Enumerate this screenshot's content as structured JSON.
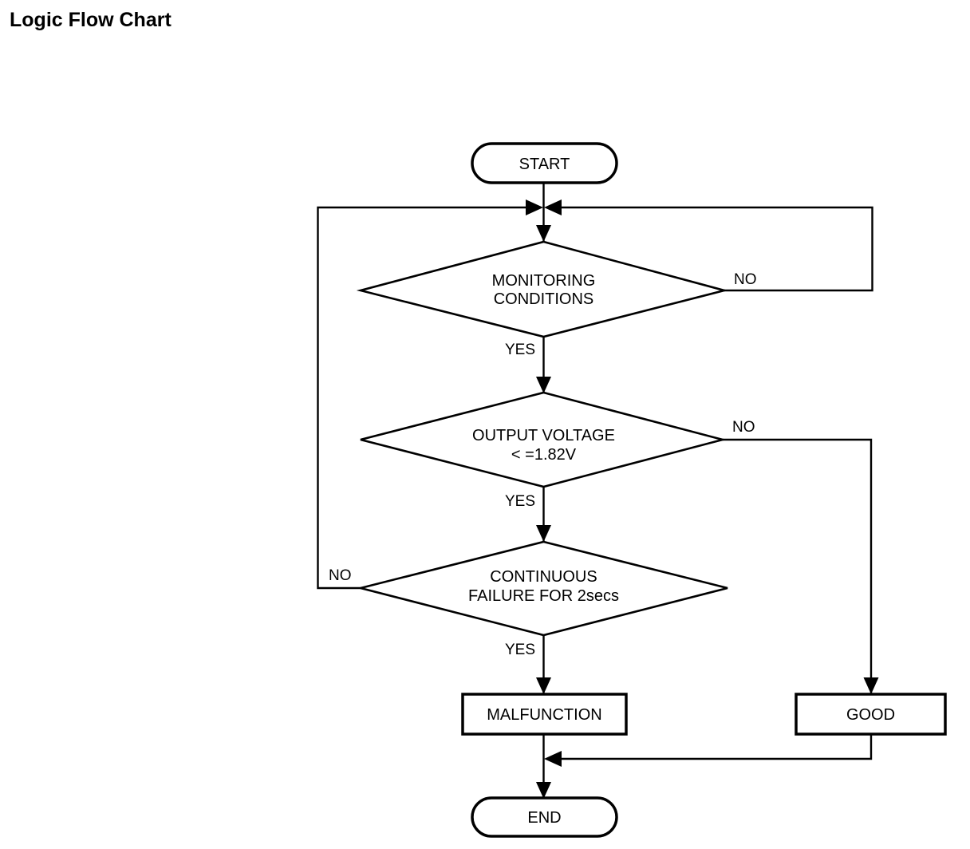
{
  "page": {
    "title": "Logic Flow Chart",
    "background_color": "#ffffff",
    "line_color": "#000000"
  },
  "chart_data": {
    "type": "diagram",
    "diagram_type": "flowchart",
    "title": "Logic Flow Chart",
    "orientation": "top-to-bottom",
    "nodes": [
      {
        "id": "start",
        "shape": "stadium",
        "label": "START"
      },
      {
        "id": "monitoring",
        "shape": "decision",
        "label_line1": "MONITORING",
        "label_line2": "CONDITIONS"
      },
      {
        "id": "voltage",
        "shape": "decision",
        "label_line1": "OUTPUT VOLTAGE",
        "label_line2": "< =1.82V"
      },
      {
        "id": "continuous",
        "shape": "decision",
        "label_line1": "CONTINUOUS",
        "label_line2": "FAILURE FOR 2secs"
      },
      {
        "id": "malfunction",
        "shape": "rectangle",
        "label": "MALFUNCTION"
      },
      {
        "id": "good",
        "shape": "rectangle",
        "label": "GOOD"
      },
      {
        "id": "end",
        "shape": "stadium",
        "label": "END"
      }
    ],
    "edges": [
      {
        "from": "start",
        "to": "monitoring",
        "label": ""
      },
      {
        "from": "monitoring",
        "to": "voltage",
        "label": "YES"
      },
      {
        "from": "monitoring",
        "to": "junction",
        "label": "NO"
      },
      {
        "from": "voltage",
        "to": "continuous",
        "label": "YES"
      },
      {
        "from": "voltage",
        "to": "good",
        "label": "NO"
      },
      {
        "from": "continuous",
        "to": "malfunction",
        "label": "YES"
      },
      {
        "from": "continuous",
        "to": "junction",
        "label": "NO"
      },
      {
        "from": "malfunction",
        "to": "end",
        "label": ""
      },
      {
        "from": "good",
        "to": "end",
        "label": ""
      }
    ]
  },
  "nodes": {
    "start": {
      "label": "START"
    },
    "monitoring": {
      "line1": "MONITORING",
      "line2": "CONDITIONS"
    },
    "voltage": {
      "line1": "OUTPUT VOLTAGE",
      "line2": "< =1.82V"
    },
    "continuous": {
      "line1": "CONTINUOUS",
      "line2": "FAILURE FOR 2secs"
    },
    "malfunction": {
      "label": "MALFUNCTION"
    },
    "good": {
      "label": "GOOD"
    },
    "end": {
      "label": "END"
    }
  },
  "edge_labels": {
    "monitoring_no": "NO",
    "monitoring_yes": "YES",
    "voltage_no": "NO",
    "voltage_yes": "YES",
    "continuous_no": "NO",
    "continuous_yes": "YES"
  }
}
